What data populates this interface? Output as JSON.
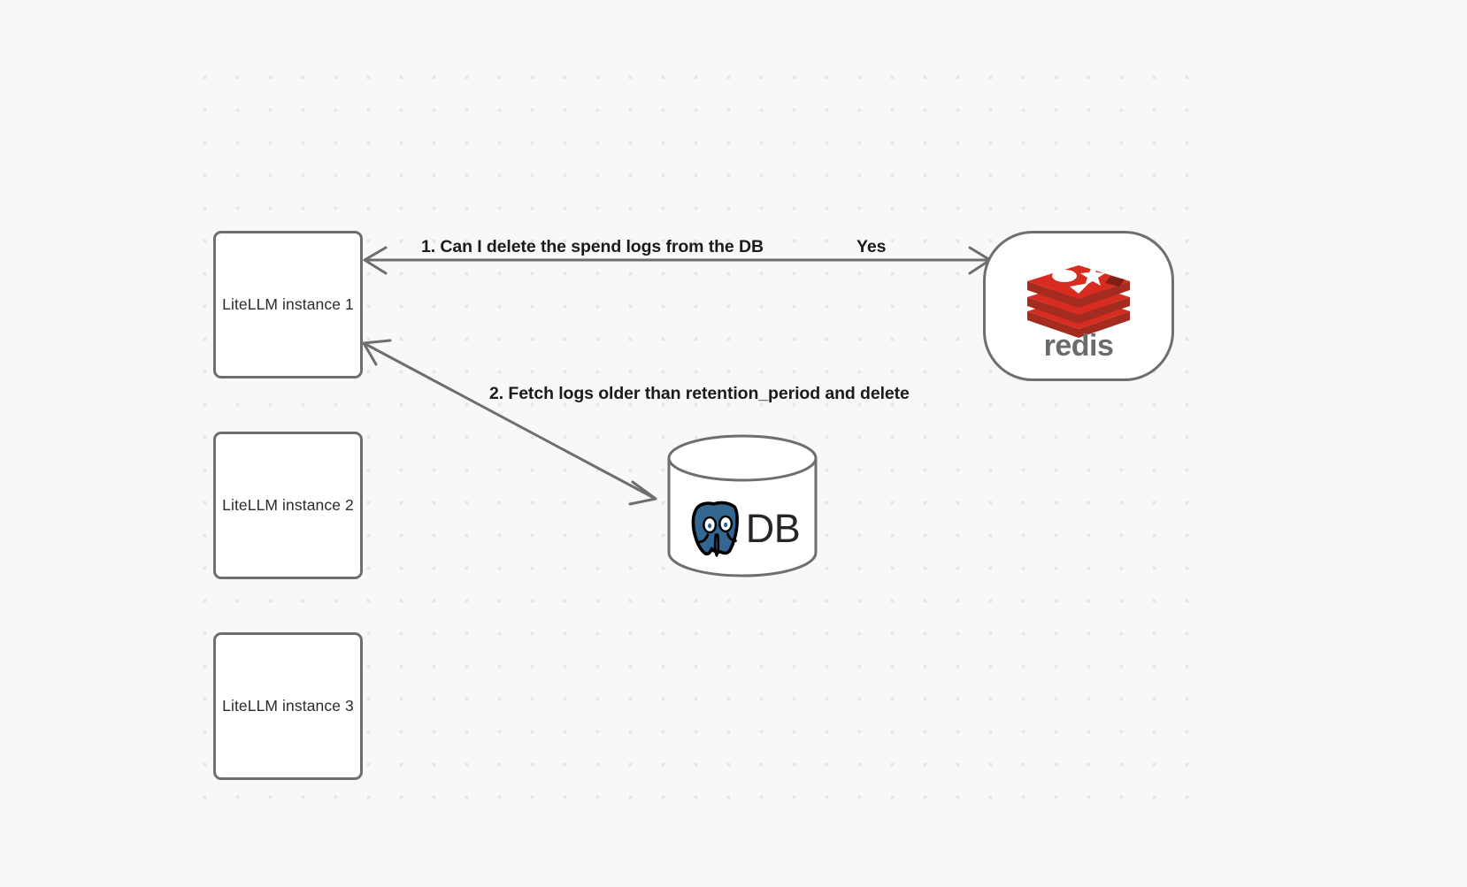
{
  "diagram": {
    "background_color": "#f8f8f8",
    "grid_dot_color": "#e6e7e8",
    "stroke_color": "#6e6e6e",
    "nodes": [
      {
        "id": "instance-1",
        "label": "LiteLLM instance 1",
        "shape": "rounded-rect"
      },
      {
        "id": "instance-2",
        "label": "LiteLLM instance 2",
        "shape": "rounded-rect"
      },
      {
        "id": "instance-3",
        "label": "LiteLLM instance 3",
        "shape": "rounded-rect"
      },
      {
        "id": "redis",
        "label": "redis",
        "shape": "stadium",
        "logo": "redis-logo",
        "brand_color": "#d82c20",
        "wordmark_color": "#6b6b6b"
      },
      {
        "id": "database",
        "label": "DB",
        "shape": "cylinder",
        "logo": "postgresql-elephant-icon",
        "brand_color": "#336791"
      }
    ],
    "edges": [
      {
        "id": "edge-redis",
        "from": "instance-1",
        "to": "redis",
        "direction": "bidirectional",
        "label": "1.  Can I delete the spend logs from the DB",
        "reply_label": "Yes"
      },
      {
        "id": "edge-db",
        "from": "instance-1",
        "to": "database",
        "direction": "bidirectional",
        "label": "2.  Fetch logs older than retention_period and delete"
      }
    ]
  }
}
